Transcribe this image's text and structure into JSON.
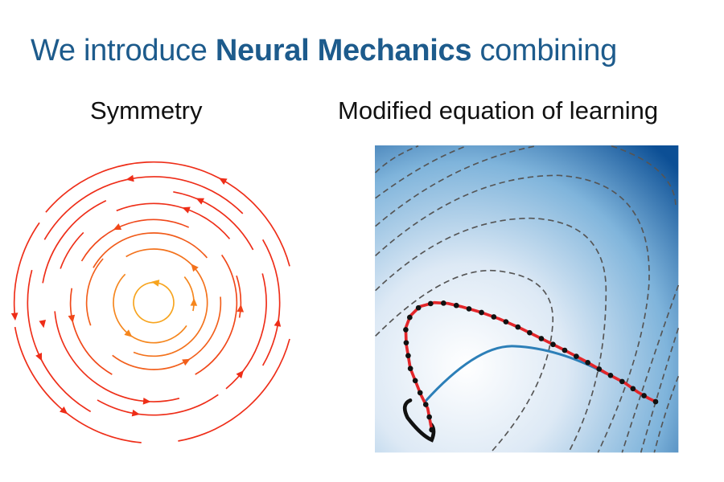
{
  "slide": {
    "title_pre": "We introduce ",
    "title_bold": "Neural Mechanics",
    "title_post": " combining",
    "left_label": "Symmetry",
    "right_label": "Modified equation of learning"
  },
  "colors": {
    "title": "#1d5b8c",
    "flow_inner": "#f7a41e",
    "flow_outer": "#ee2d18",
    "trajectory_red": "#e3262a",
    "trajectory_blue": "#2c7fb8",
    "contour": "#555555"
  }
}
